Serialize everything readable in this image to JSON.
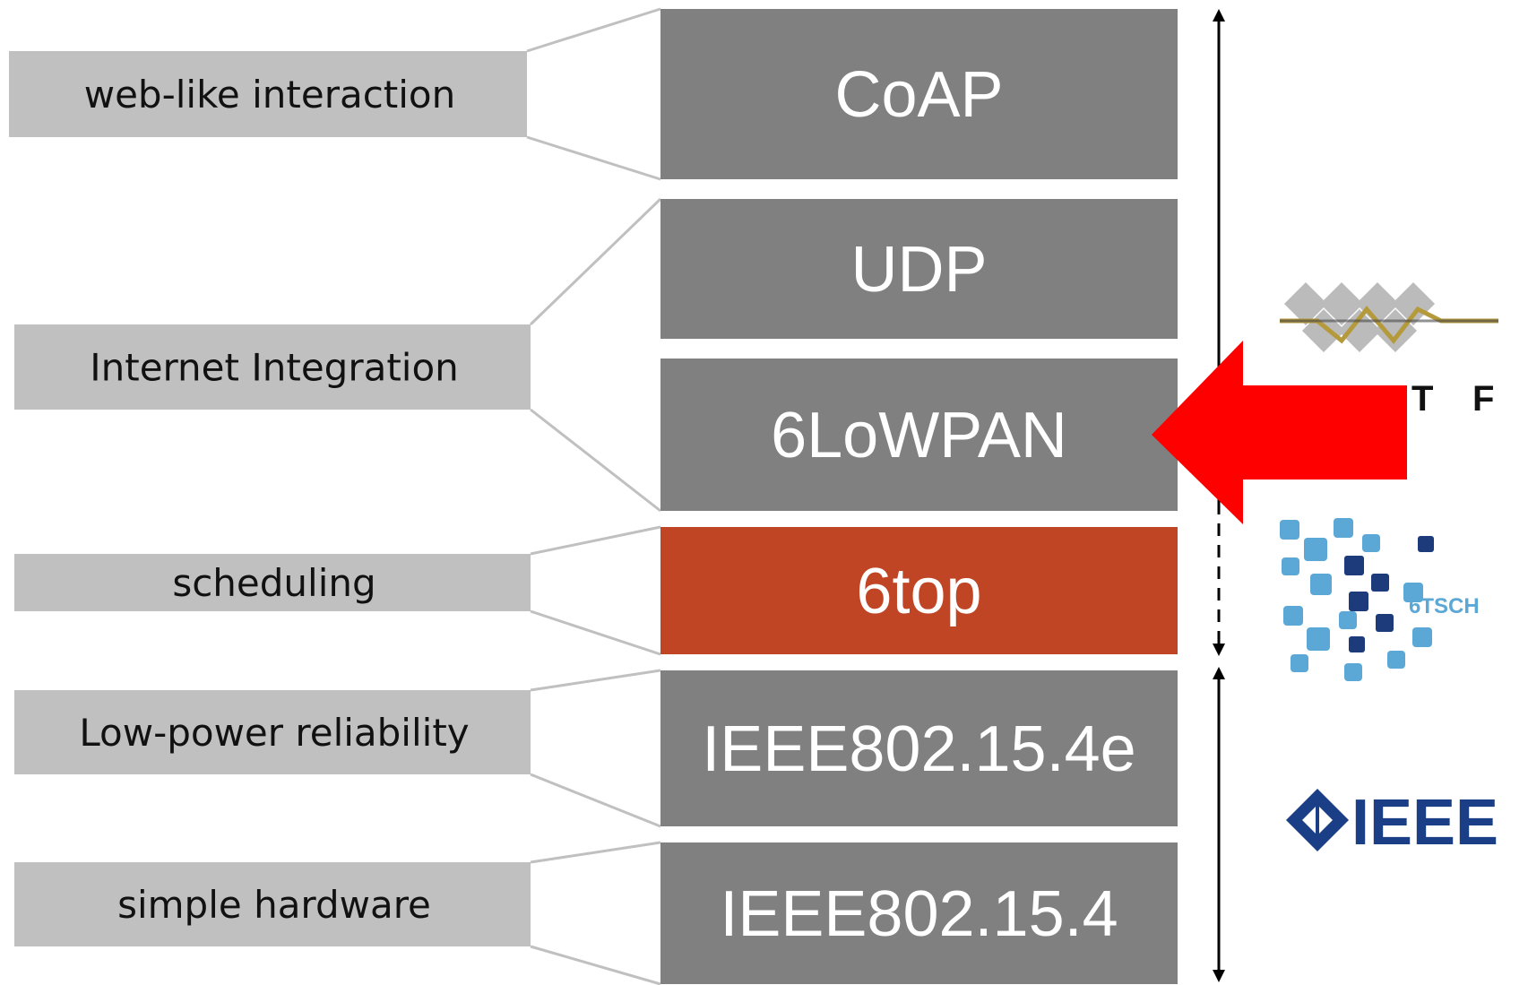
{
  "colors": {
    "layer": "#808080",
    "highlight": "#c04524",
    "annotation_box": "#c0c0c0",
    "connector": "#c0c0c0",
    "arrow": "#ff0000",
    "ieee_blue": "#1b3f86",
    "tsch_light": "#5ba8d6",
    "tsch_dark": "#1d3a7a",
    "ietf_gold": "#b59a3c",
    "ietf_gray": "#b4b4b4"
  },
  "layers": [
    {
      "label": "CoAP",
      "highlight": false
    },
    {
      "label": "UDP",
      "highlight": false
    },
    {
      "label": "6LoWPAN",
      "highlight": false
    },
    {
      "label": "6top",
      "highlight": true
    },
    {
      "label": "IEEE802.15.4e",
      "highlight": false
    },
    {
      "label": "IEEE802.15.4",
      "highlight": false
    }
  ],
  "annotations": [
    {
      "label": "web-like interaction"
    },
    {
      "label": "Internet Integration"
    },
    {
      "label": "scheduling"
    },
    {
      "label": "Low-power reliability"
    },
    {
      "label": "simple hardware"
    }
  ],
  "logos": {
    "ietf": {
      "icon": "ietf-logo",
      "letters": "I E T F"
    },
    "tsch": {
      "icon": "6tsch-logo",
      "text": "6TSCH"
    },
    "ieee": {
      "icon": "ieee-logo",
      "text": "IEEE"
    }
  },
  "pointer": {
    "icon": "red-arrow-left",
    "target": "6LoWPAN"
  }
}
